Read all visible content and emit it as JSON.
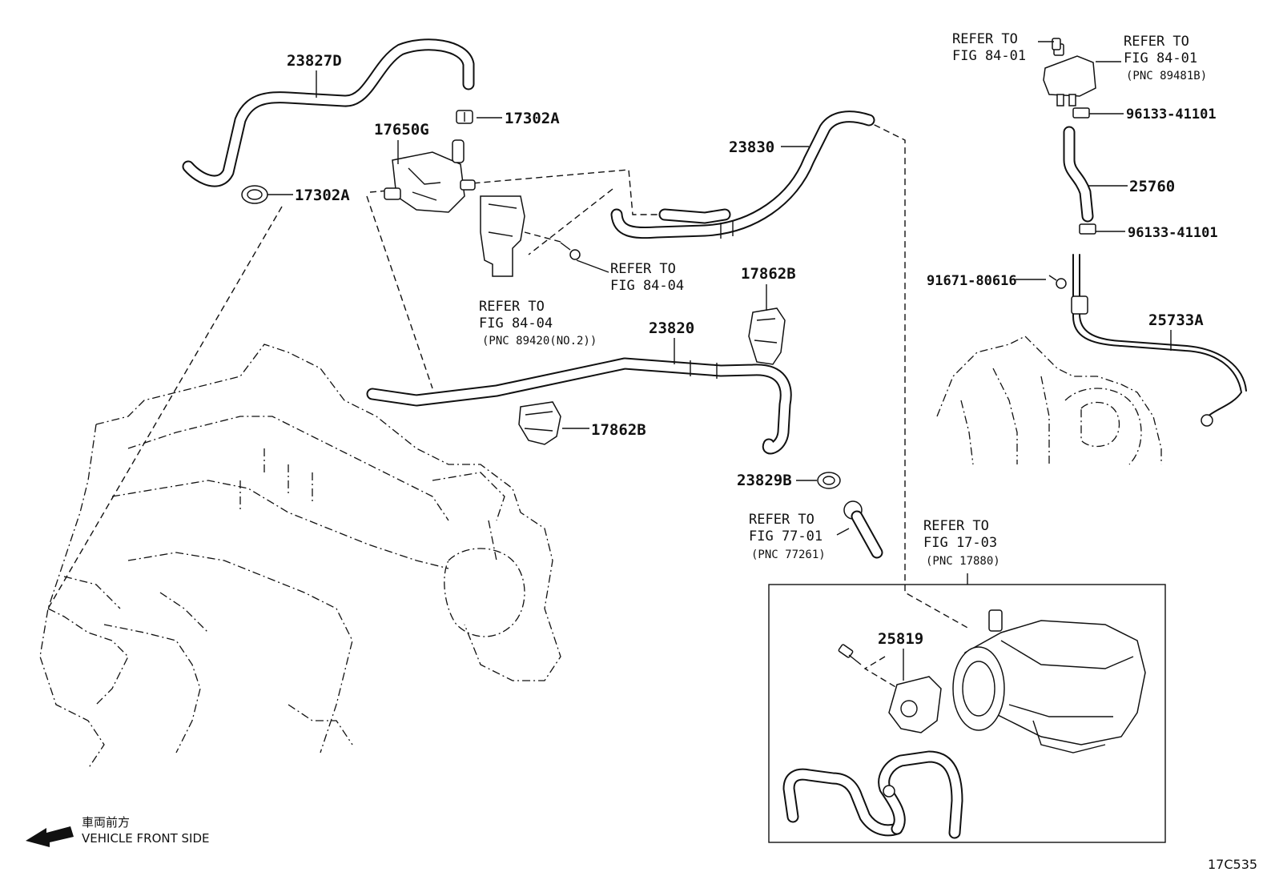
{
  "labels": {
    "p23827D": "23827D",
    "p17302A_top": "17302A",
    "p17650G": "17650G",
    "p17302A_mid": "17302A",
    "p23830": "23830",
    "p96133_top": "96133-41101",
    "p25760": "25760",
    "p96133_mid": "96133-41101",
    "p91671": "91671-80616",
    "p25733A": "25733A",
    "p17862B_top": "17862B",
    "p23820": "23820",
    "p17862B_mid": "17862B",
    "p23829B": "23829B",
    "p25819": "25819"
  },
  "refs": {
    "ref_84_01_left": {
      "line1": "REFER TO",
      "line2": "FIG 84-01"
    },
    "ref_84_01_right": {
      "line1": "REFER TO",
      "line2": "FIG 84-01",
      "pnc": "(PNC 89481B)"
    },
    "ref_84_04_right": {
      "line1": "REFER TO",
      "line2": "FIG 84-04"
    },
    "ref_84_04_left": {
      "line1": "REFER TO",
      "line2": "FIG 84-04",
      "pnc": "(PNC 89420(NO.2))"
    },
    "ref_77_01": {
      "line1": "REFER TO",
      "line2": "FIG 77-01",
      "pnc": "(PNC 77261)"
    },
    "ref_17_03": {
      "line1": "REFER TO",
      "line2": "FIG 17-03",
      "pnc": "(PNC 17880)"
    }
  },
  "front_indicator": {
    "jp": "車両前方",
    "en": "VEHICLE FRONT SIDE"
  },
  "figure_code": "17C535"
}
